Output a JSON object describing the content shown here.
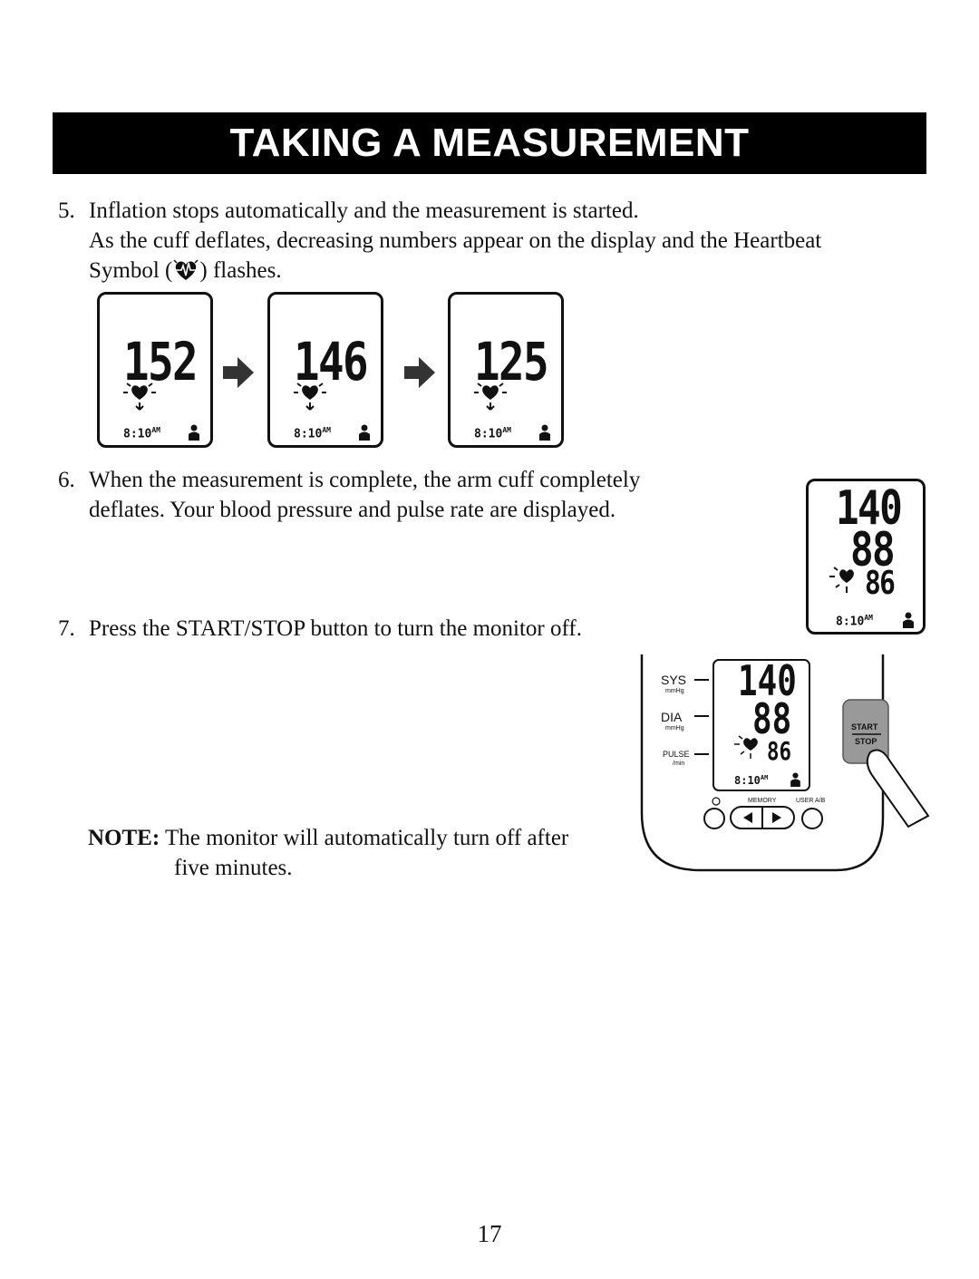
{
  "header": {
    "title": "TAKING A MEASUREMENT"
  },
  "steps": [
    {
      "num": "5.",
      "lines": [
        "Inflation stops automatically and the measurement is started.",
        "As the cuff deflates, decreasing numbers appear on the display and the Heartbeat"
      ],
      "line3_before": "Symbol (",
      "line3_after": ") flashes."
    },
    {
      "num": "6.",
      "lines": [
        "When the measurement is complete, the arm cuff completely",
        "deflates. Your blood pressure and pulse rate are displayed."
      ]
    },
    {
      "num": "7.",
      "lines": [
        "Press the START/STOP button to turn the monitor off."
      ]
    }
  ],
  "deflation_displays": [
    {
      "value": "152",
      "time": "8:10",
      "ampm": "AM"
    },
    {
      "value": "146",
      "time": "8:10",
      "ampm": "AM"
    },
    {
      "value": "125",
      "time": "8:10",
      "ampm": "AM"
    }
  ],
  "result_display": {
    "sys": "140",
    "dia": "88",
    "pulse": "86",
    "time": "8:10",
    "ampm": "AM"
  },
  "monitor": {
    "labels": {
      "sys": "SYS",
      "mmhg1": "mmHg",
      "dia": "DIA",
      "mmhg2": "mmHg",
      "pulse": "PULSE",
      "min": "/min",
      "start": "START",
      "stop": "STOP",
      "memory": "MEMORY",
      "user": "USER A/B"
    }
  },
  "note": {
    "label": "NOTE:",
    "line1": "The monitor will automatically turn off after",
    "line2": "five minutes."
  },
  "page_number": "17"
}
